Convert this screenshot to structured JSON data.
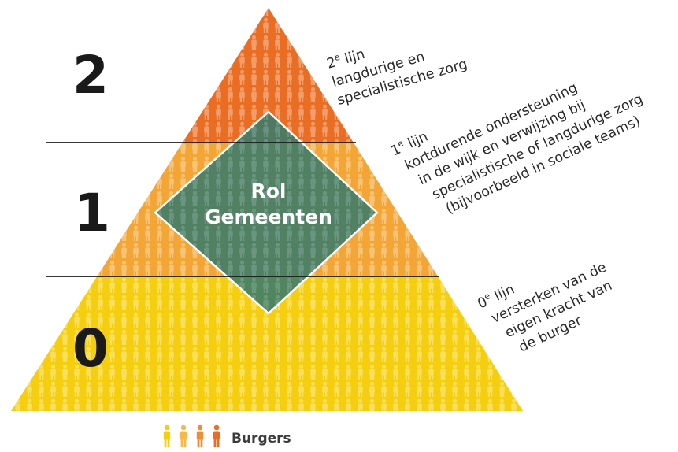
{
  "levels": [
    {
      "number": "2",
      "line_label": "2",
      "line_sup": "e",
      "line_word": " lijn",
      "description": [
        "langdurige en",
        "specialistische zorg"
      ]
    },
    {
      "number": "1",
      "line_label": "1",
      "line_sup": "e",
      "line_word": " lijn",
      "description": [
        "kortdurende ondersteuning",
        "in de wijk en verwijzing bij",
        "specialistische of langdurige zorg",
        "(bijvoorbeeld in sociale teams)"
      ]
    },
    {
      "number": "0",
      "line_label": "0",
      "line_sup": "e",
      "line_word": " lijn",
      "description": [
        "versterken van de",
        "eigen kracht van",
        "de burger"
      ]
    }
  ],
  "center": {
    "line1": "Rol",
    "line2": "Gemeenten"
  },
  "legend": {
    "label": "Burgers",
    "icons": [
      "person-icon-yellow",
      "person-icon-light-orange",
      "person-icon-orange",
      "person-icon-dark-orange"
    ]
  },
  "colors": {
    "tier0": "#f5cf0f",
    "tier1": "#f3a635",
    "tier2": "#ea6d24",
    "diamond": "#3a7b6a",
    "people": "#ffffff"
  }
}
